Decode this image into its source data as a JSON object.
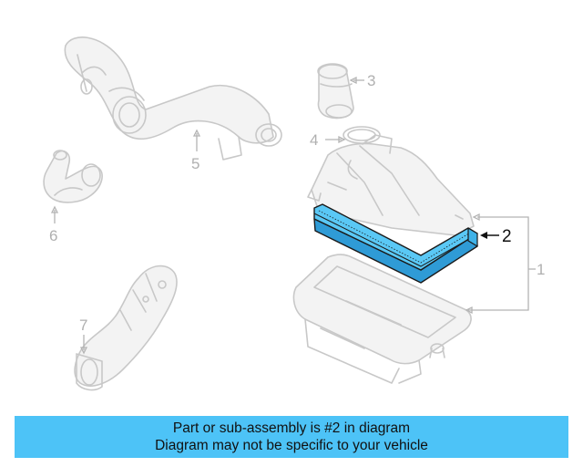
{
  "callouts": {
    "part_1": "1",
    "part_2": "2",
    "part_3": "3",
    "part_4": "4",
    "part_5": "5",
    "part_6": "6",
    "part_7": "7"
  },
  "banner": {
    "line1": "Part or sub-assembly is #2 in diagram",
    "line2": "Diagram may not be specific to your vehicle"
  },
  "colors": {
    "highlight": "#5ac8f5",
    "banner_bg": "#4dc3f7",
    "ghost_line": "#c8c8c8",
    "callout_active": "#111111"
  }
}
